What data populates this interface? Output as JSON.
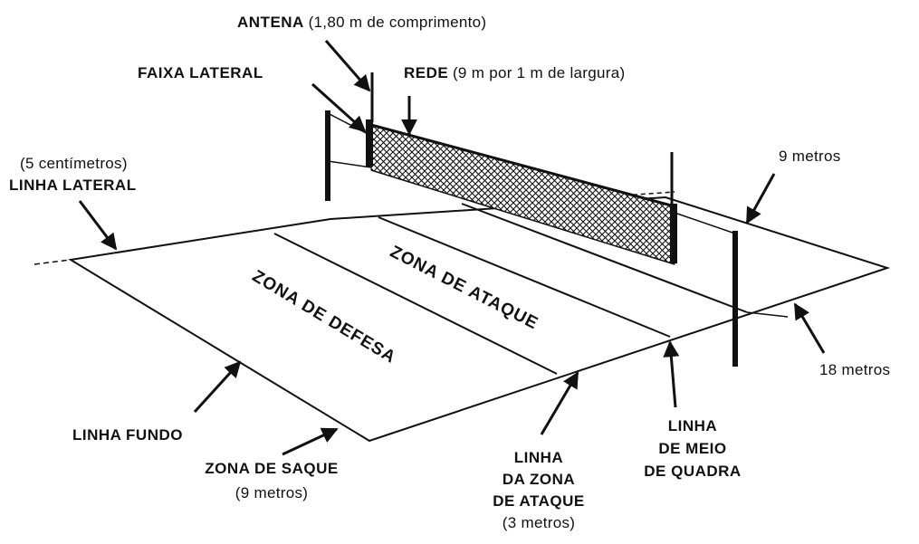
{
  "labels": {
    "antena": {
      "title": "ANTENA",
      "detail": "(1,80 m de comprimento)"
    },
    "faixa_lateral": {
      "title": "FAIXA LATERAL"
    },
    "rede": {
      "title": "REDE",
      "detail": "(9 m por 1 m de largura)"
    },
    "linha_lateral": {
      "detail": "(5 centímetros)",
      "title": "LINHA LATERAL"
    },
    "nine_m_width": {
      "text": "9 metros"
    },
    "eighteen_m_length": {
      "text": "18 metros"
    },
    "linha_fundo": {
      "title": "LINHA FUNDO"
    },
    "zona_de_saque": {
      "title": "ZONA DE SAQUE",
      "detail": "(9 metros)"
    },
    "linha_zona_ataque": {
      "line1": "LINHA",
      "line2": "DA ZONA",
      "line3": "DE ATAQUE",
      "detail": "(3 metros)"
    },
    "linha_meio_quadra": {
      "line1": "LINHA",
      "line2": "DE MEIO",
      "line3": "DE QUADRA"
    }
  },
  "zones": {
    "defesa": "ZONA DE DEFESA",
    "ataque": "ZONA DE ATAQUE"
  }
}
